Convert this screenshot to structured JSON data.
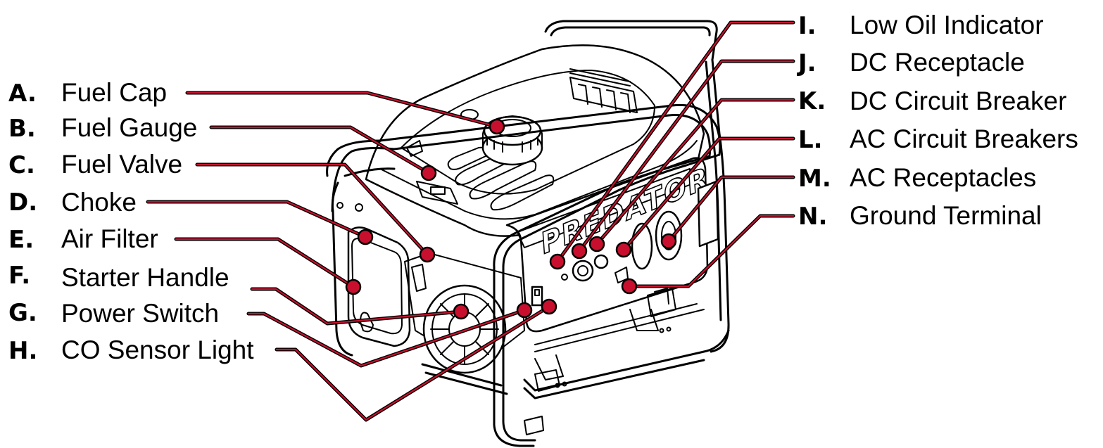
{
  "colors": {
    "callout": "#c8102e",
    "ink": "#000000",
    "background": "#ffffff"
  },
  "brand": "PREDATOR",
  "labels": [
    {
      "letter": "A.",
      "text": "Fuel Cap"
    },
    {
      "letter": "B.",
      "text": "Fuel Gauge"
    },
    {
      "letter": "C.",
      "text": "Fuel Valve"
    },
    {
      "letter": "D.",
      "text": "Choke"
    },
    {
      "letter": "E.",
      "text": "Air Filter"
    },
    {
      "letter": "F.",
      "text": "Starter Handle"
    },
    {
      "letter": "G.",
      "text": "Power Switch"
    },
    {
      "letter": "H.",
      "text": "CO Sensor Light"
    },
    {
      "letter": "I.",
      "text": "Low Oil Indicator"
    },
    {
      "letter": "J.",
      "text": "DC Receptacle"
    },
    {
      "letter": "K.",
      "text": "DC Circuit Breaker"
    },
    {
      "letter": "L.",
      "text": "AC Circuit Breakers"
    },
    {
      "letter": "M.",
      "text": "AC Receptacles"
    },
    {
      "letter": "N.",
      "text": "Ground Terminal"
    }
  ]
}
